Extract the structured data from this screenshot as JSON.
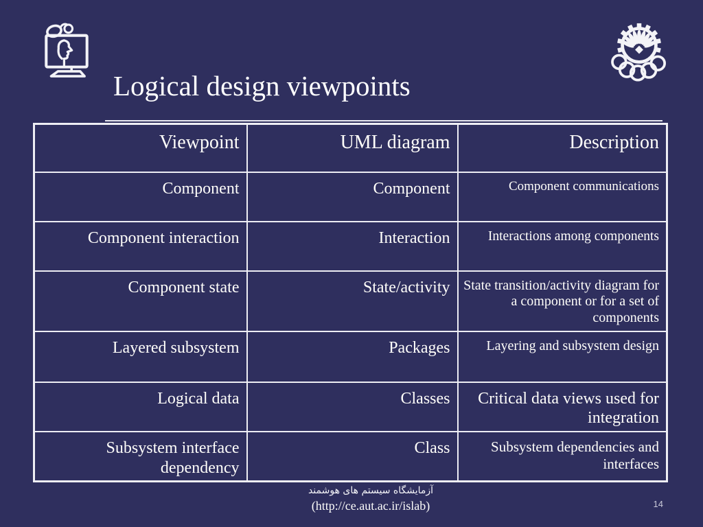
{
  "slide": {
    "title": "Logical design viewpoints",
    "page_number": "14",
    "footer": {
      "lab_name_fa": "آزمایشگاه سیستم های هوشمند",
      "lab_url": "(http://ce.aut.ac.ir/islab)"
    },
    "colors": {
      "background": "#2f2f5e",
      "text": "#ffffff",
      "table_border": "#eeeef4"
    },
    "icons": {
      "top_left": "computer-with-head-and-mouse-icon",
      "top_right": "amirkabir-university-gear-logo"
    }
  },
  "table": {
    "headers": [
      "Viewpoint",
      "UML diagram",
      "Description"
    ],
    "rows": [
      [
        "Component",
        "Component",
        "Component communications"
      ],
      [
        "Component interaction",
        "Interaction",
        "Interactions among components"
      ],
      [
        "Component state",
        "State/activity",
        "State transition/activity diagram for a component or for a set of components"
      ],
      [
        "Layered subsystem",
        "Packages",
        "Layering and subsystem design"
      ],
      [
        "Logical data",
        "Classes",
        "Critical data views used for integration"
      ],
      [
        "Subsystem interface dependency",
        "Class",
        "Subsystem dependencies and interfaces"
      ]
    ]
  }
}
